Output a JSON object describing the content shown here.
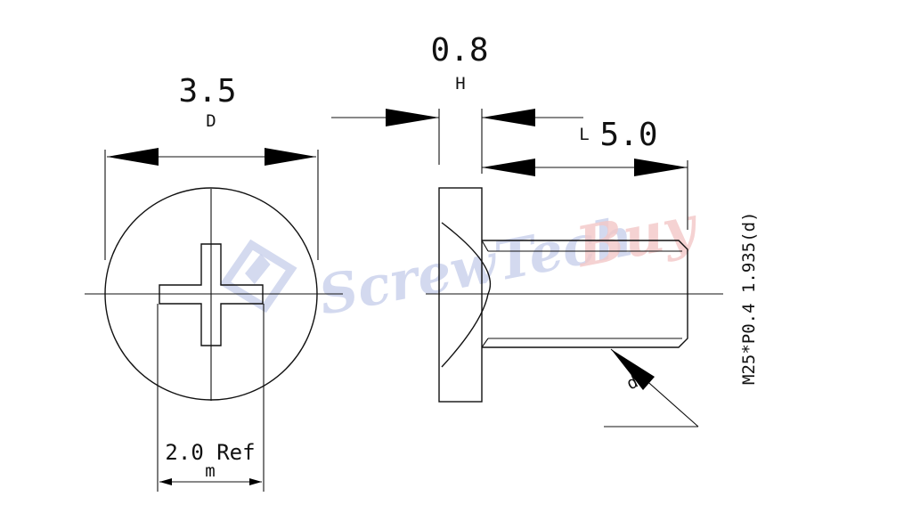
{
  "dimensions": {
    "diameter": {
      "value": "3.5",
      "symbol": "D"
    },
    "head_height": {
      "value": "0.8",
      "symbol": "H"
    },
    "length": {
      "value": "5.0",
      "symbol": "L"
    },
    "recess": {
      "value": "2.0 Ref",
      "symbol": "m"
    },
    "thread": {
      "value": "M25*P0.4 1.935(d)"
    },
    "thread_pointer": {
      "symbol": "d"
    }
  },
  "watermark": {
    "brand_left": "ScrewTech",
    "brand_right": "Buy",
    "colors": {
      "left": "#c5cdea",
      "right": "#f3c8c8"
    }
  },
  "line_color": "#111111"
}
